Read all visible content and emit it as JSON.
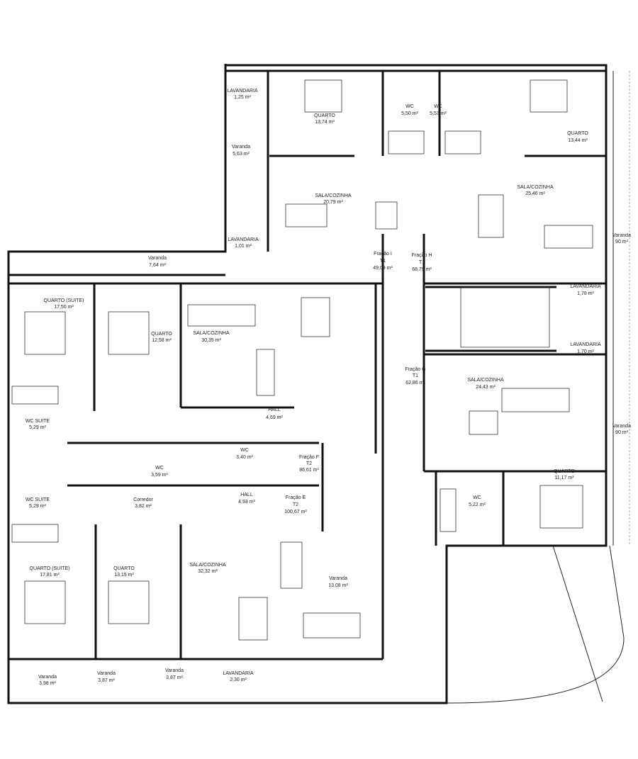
{
  "rooms": [
    {
      "name": "LAVANDARIA",
      "area": "1,25 m²"
    },
    {
      "name": "Varanda",
      "area": "5,63 m²"
    },
    {
      "name": "QUARTO",
      "area": "13,74 m²"
    },
    {
      "name": "WC",
      "area": "5,50 m²"
    },
    {
      "name": "WC",
      "area": "5,53 m²"
    },
    {
      "name": "QUARTO",
      "area": "13,44 m²"
    },
    {
      "name": "SALA/COZINHA",
      "area": "20,79 m²"
    },
    {
      "name": "SALA/COZINHA",
      "area": "25,46 m²"
    },
    {
      "name": "LAVANDARIA",
      "area": "1,01 m²"
    },
    {
      "name": "Varanda",
      "area": "90 m²"
    },
    {
      "name": "Varanda",
      "area": "7,64 m²"
    },
    {
      "name": "QUARTO (SUITE)",
      "area": "17,50 m²"
    },
    {
      "name": "QUARTO",
      "area": "12,58 m²"
    },
    {
      "name": "SALA/COZINHA",
      "area": "30,35 m²"
    },
    {
      "name": "LAVANDARIA",
      "area": "1,78 m²"
    },
    {
      "name": "LAVANDARIA",
      "area": "1,70 m²"
    },
    {
      "name": "SALA/COZINHA",
      "area": "24,43 m²"
    },
    {
      "name": "HALL",
      "area": "4,69 m²"
    },
    {
      "name": "WC SUITE",
      "area": "5,29 m²"
    },
    {
      "name": "Varanda",
      "area": "90 m²"
    },
    {
      "name": "WC",
      "area": "3,40 m²"
    },
    {
      "name": "WC",
      "area": "3,59 m²"
    },
    {
      "name": "QUARTO",
      "area": "11,17 m²"
    },
    {
      "name": "WC",
      "area": "5,22 m²"
    },
    {
      "name": "HALL",
      "area": "4,93 m²"
    },
    {
      "name": "WC SUITE",
      "area": "5,29 m²"
    },
    {
      "name": "Corredor",
      "area": "3,82 m²"
    },
    {
      "name": "QUARTO (SUITE)",
      "area": "17,81 m²"
    },
    {
      "name": "QUARTO",
      "area": "13,15 m²"
    },
    {
      "name": "SALA/COZINHA",
      "area": "32,32 m²"
    },
    {
      "name": "Varanda",
      "area": "13,08 m²"
    },
    {
      "name": "Varanda",
      "area": "3,98 m²"
    },
    {
      "name": "Varanda",
      "area": "3,87 m²"
    },
    {
      "name": "Varanda",
      "area": "3,87 m²"
    },
    {
      "name": "LAVANDARIA",
      "area": "2,30 m²"
    }
  ],
  "units": [
    {
      "name": "Fração I",
      "type": "T1",
      "area": "49,09 m²"
    },
    {
      "name": "Fração H",
      "type": "T1",
      "area": "68,79 m²"
    },
    {
      "name": "Fração G",
      "type": "T1",
      "area": "62,86 m²"
    },
    {
      "name": "Fração F",
      "type": "T2",
      "area": "86,61 m²"
    },
    {
      "name": "Fração E",
      "type": "T2",
      "area": "100,67 m²"
    }
  ]
}
